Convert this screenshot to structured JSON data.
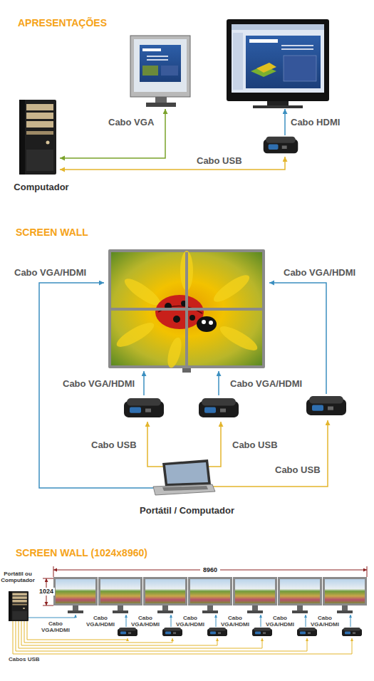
{
  "diagram": {
    "nodes": [
      {
        "text": [
          "Computador"
        ]
      },
      {
        "text": [
          "Portátil / Computador"
        ]
      },
      {
        "text": [
          "Portátil ou Computador"
        ]
      }
    ],
    "labels": [
      "APRESENTAÇÕES",
      "Cabo VGA",
      "Cabo HDMI",
      "Cabo USB",
      "SCREEN WALL",
      "Cabo VGA/HDMI",
      "Cabo VGA/HDMI",
      "Cabo VGA/HDMI",
      "Cabo VGA/HDMI",
      "Cabo USB",
      "Cabo USB",
      "Cabo USB",
      "SCREEN WALL (1024x8960)",
      "8960",
      "1024",
      "Cabo VGA/HDMI",
      "Cabo VGA/HDMI",
      "Cabo VGA/HDMI",
      "Cabo VGA/HDMI",
      "Cabo VGA/HDMI",
      "Cabo VGA/HDMI",
      "Cabo VGA/HDMI",
      "Cabos USB"
    ]
  }
}
